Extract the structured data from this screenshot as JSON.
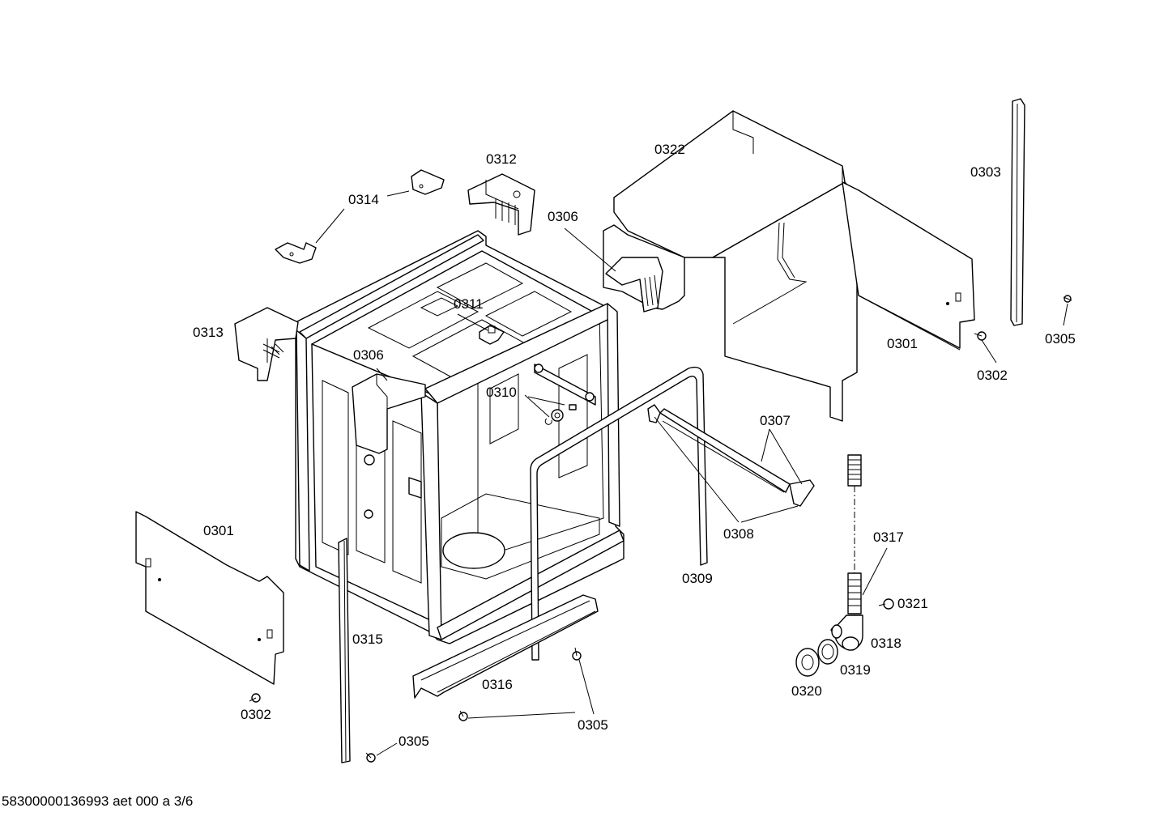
{
  "document_reference": "58300000136993 aet 000 a 3/6",
  "part_labels": {
    "p0301_left": "0301",
    "p0301_right": "0301",
    "p0302_left": "0302",
    "p0302_right": "0302",
    "p0303": "0303",
    "p0305_right": "0305",
    "p0305_bottom_mid": "0305",
    "p0305_bottom_left": "0305",
    "p0306_top": "0306",
    "p0306_mid": "0306",
    "p0307": "0307",
    "p0308": "0308",
    "p0309": "0309",
    "p0310": "0310",
    "p0311": "0311",
    "p0312": "0312",
    "p0313": "0313",
    "p0314": "0314",
    "p0315": "0315",
    "p0316": "0316",
    "p0317": "0317",
    "p0318": "0318",
    "p0319": "0319",
    "p0320": "0320",
    "p0321": "0321",
    "p0322": "0322"
  }
}
